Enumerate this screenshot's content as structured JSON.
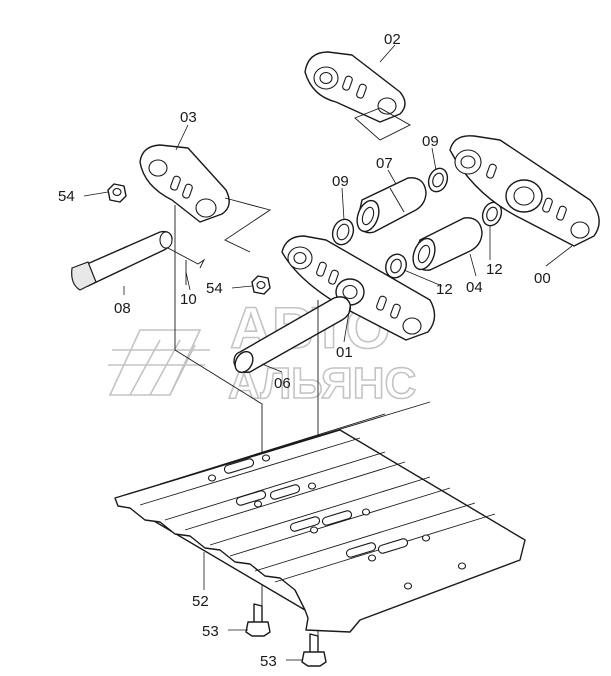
{
  "watermark": {
    "line1": "АВТО",
    "line2": "АЛЬЯНС",
    "color": "#c4c4c4"
  },
  "labels": {
    "p02": "02",
    "p03": "03",
    "p09a": "09",
    "p07": "07",
    "p09b": "09",
    "p54a": "54",
    "p54b": "54",
    "p12a": "12",
    "p12b": "12",
    "p04": "04",
    "p00": "00",
    "p08": "08",
    "p10": "10",
    "p01": "01",
    "p06": "06",
    "p52": "52",
    "p53a": "53",
    "p53b": "53"
  },
  "colors": {
    "line": "#1a1a1a",
    "background": "#ffffff"
  }
}
